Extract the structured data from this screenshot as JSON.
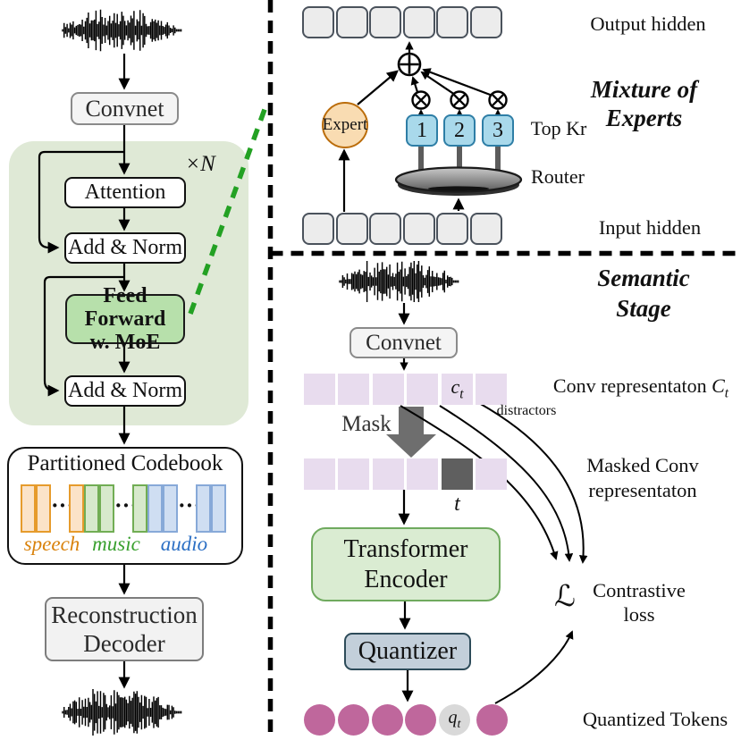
{
  "colors": {
    "green_region": "#dfe9d6",
    "ff_green": "#b7e0ab",
    "token_gray": "#ececec",
    "token_border": "#4a525c",
    "purple_token": "#e8dcee",
    "masked_dark": "#5f5f5f",
    "mask_arrow": "#6e6e6e",
    "magenta_token": "#bf679c",
    "qt_gray": "#d9d9d9",
    "gate_blue_fill": "#a9d9eb",
    "gate_blue_border": "#2e7ea6",
    "expert_fill": "#f9dcb2",
    "expert_border": "#bb6d0b",
    "encoder_fill": "#daecd2",
    "encoder_border": "#6faa5e",
    "quantizer_fill": "#c3cfda",
    "quantizer_border": "#2d4b59",
    "codebook_orange": "#e69b2c",
    "codebook_green": "#71ad54",
    "codebook_blue": "#87a9d8",
    "speech_text": "#d9820c",
    "music_text": "#39a02e",
    "audio_text": "#2b6fc4",
    "dashed_green": "#23a123"
  },
  "left": {
    "convnet": "Convnet",
    "repeat": "×N",
    "attention": "Attention",
    "add_norm": "Add & Norm",
    "add_norm2": "Add & Norm",
    "ff1": "Feed Forward",
    "ff2": "w. MoE",
    "codebook_title": "Partitioned Codebook",
    "dots": "···",
    "speech": "speech",
    "music": "music",
    "audio": "audio",
    "decoder1": "Reconstruction",
    "decoder2": "Decoder"
  },
  "moe": {
    "output_hidden": "Output hidden",
    "title1": "Mixture of",
    "title2": "Experts",
    "expert": "Expert",
    "gate1": "1",
    "gate2": "2",
    "gate3": "3",
    "top_k": "Top Kr",
    "router": "Router",
    "input_hidden": "Input hidden"
  },
  "semantic": {
    "title1": "Semantic",
    "title2": "Stage",
    "convnet": "Convnet",
    "conv_repr": "Conv representaton",
    "C_base": "C",
    "C_sub": "t",
    "distractors": "distractors",
    "mask": "Mask",
    "c_base": "c",
    "c_sub": "t",
    "t_label": "t",
    "masked1": "Masked Conv",
    "masked2": "representaton",
    "encoder1": "Transformer",
    "encoder2": "Encoder",
    "quantizer": "Quantizer",
    "loss_symbol": "ℒ",
    "loss1": "Contrastive",
    "loss2": "loss",
    "q_base": "q",
    "q_sub": "t",
    "quantized_tokens": "Quantized Tokens"
  }
}
